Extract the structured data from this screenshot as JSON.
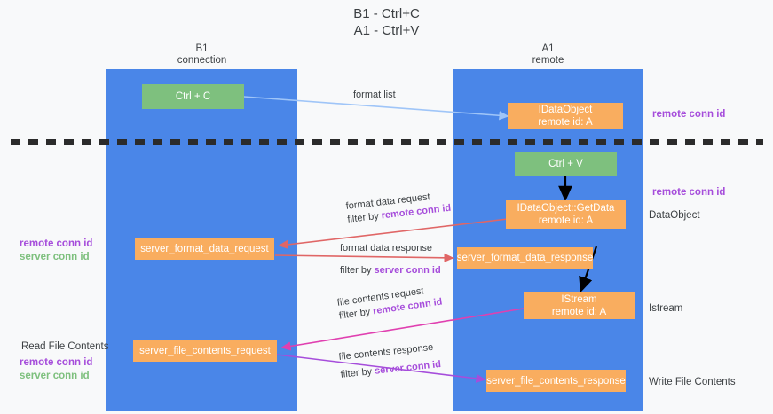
{
  "title": {
    "line1": "B1 - Ctrl+C",
    "line2": "A1 - Ctrl+V"
  },
  "columns": [
    {
      "name": "B1",
      "sub": "connection"
    },
    {
      "name": "A1",
      "sub": "remote"
    }
  ],
  "nodes": {
    "ctrl_c": {
      "label": "Ctrl + C"
    },
    "ctrl_v": {
      "label": "Ctrl + V"
    },
    "idataobject": {
      "line1": "IDataObject",
      "line2": "remote id: A"
    },
    "getdata": {
      "line1": "IDataObject::GetData",
      "line2": "remote id: A"
    },
    "istream": {
      "line1": "IStream",
      "line2": "remote id: A"
    },
    "server_format_data_request": {
      "label": "server_format_data_request"
    },
    "server_format_data_response": {
      "label": "server_format_data_response"
    },
    "server_file_contents_request": {
      "label": "server_file_contents_request"
    },
    "server_file_contents_response": {
      "label": "server_file_contents_response"
    }
  },
  "edges": {
    "format_list": {
      "label": "format list"
    },
    "format_data_request": {
      "line1": "format data request",
      "filter_prefix": "filter by ",
      "filter_key": "remote conn id"
    },
    "format_data_response": {
      "line1": "format data response",
      "filter_prefix": "filter by ",
      "filter_key": "server conn id"
    },
    "file_contents_request": {
      "line1": "file contents request",
      "filter_prefix": "filter by ",
      "filter_key": "remote conn id"
    },
    "file_contents_response": {
      "line1": "file contents response",
      "filter_prefix": "filter by ",
      "filter_key": "server conn id"
    }
  },
  "annotations": {
    "right_top_remote_conn_id": "remote conn id",
    "right_mid_remote_conn_id": "remote conn id",
    "right_dataobject": "DataObject",
    "right_istream": "Istream",
    "right_write_file_contents": "Write File Contents",
    "left_read_file_contents": "Read File Contents"
  },
  "legends": {
    "middle_left": {
      "remote": "remote conn id",
      "server": "server conn id"
    },
    "bottom_left": {
      "remote": "remote conn id",
      "server": "server conn id"
    }
  },
  "colors": {
    "lane": "#4a86e8",
    "green_node": "#7ec07e",
    "orange_node": "#f9ad5f",
    "remote_conn_id": "#a64ddb",
    "server_conn_id": "#7ec07e",
    "arrow_blue": "#9fc5f8",
    "arrow_red": "#e06666",
    "arrow_magenta": "#e040b0",
    "arrow_purple": "#a64ddb",
    "arrow_black": "#000000",
    "background": "#f8f9fa"
  }
}
